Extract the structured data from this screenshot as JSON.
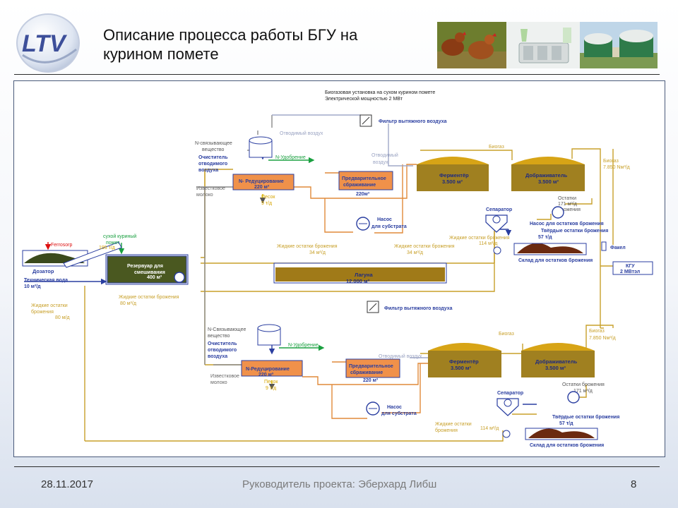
{
  "header": {
    "logo_text": "LTV",
    "title_line1": "Описание процесса работы БГУ на",
    "title_line2": "курином помете"
  },
  "photos": [
    "chickens-photo",
    "lab-equipment-photo",
    "biogas-plant-photo"
  ],
  "diagram": {
    "heading1": "Биогазовая установка на сухом курином помете",
    "heading2": "Электрической мощностью 2 МВт",
    "top": {
      "filter": "Фильтр вытяжного воздуха",
      "exhaust_air_1": "Отводимый воздух",
      "exhaust_air_2a": "Отводимый",
      "exhaust_air_2b": "воздух",
      "n_binding_1": "N-связывающее",
      "n_binding_2": "вещество",
      "cleaner_1": "Очиститель",
      "cleaner_2": "отводимого",
      "cleaner_3": "воздуха",
      "n_fertilizer": "N-Удобрение",
      "n_reduction": "N- Редуцирование",
      "n_reduction_vol": "220 м³",
      "lime_1": "Известковое",
      "lime_2": "молоко",
      "sand": "Песок",
      "sand_rate": "9 т/д",
      "pre_ferment_1": "Предварительное",
      "pre_ferment_2": "сбраживание",
      "pre_ferment_vol": "220м³",
      "pump_substrate_1": "Насос",
      "pump_substrate_2": "для субстрата",
      "biogas_a": "Биогаз",
      "fermenter": "Ферментёр",
      "fermenter_vol": "3.500 м³",
      "post_fermenter": "Дображиватель",
      "post_fermenter_vol": "3.500 м³",
      "biogas_b": "Биогаз",
      "biogas_rate": "7.850 Nм³/д",
      "residues_1": "Остатки",
      "residues_rate": "171 м³/д",
      "residues_2": "брожения",
      "pump_residues": "Насос для остатков брожения",
      "separator": "Сепаратор",
      "solid_residues": "Твёрдые остатки брожения",
      "solid_rate": "57 т/д",
      "liquid_residues": "Жидкие остатки брожения",
      "liquid_rate_114": "114 м³/д",
      "storage": "Склад для остатков брожения",
      "torch": "Факел",
      "kgu_1": "КГУ",
      "kgu_2": "2 МВтэл"
    },
    "middle": {
      "ferrosorp": "Ferrosorp",
      "dry_manure_1": "сухой куриный",
      "dry_manure_2": "помет",
      "manure_rate": "195 т/д",
      "dosator": "Дозатор",
      "tech_water": "Техническая вода",
      "tech_water_rate": "10 м³/д",
      "mixing_tank_1": "Резервуар для",
      "mixing_tank_2": "смешивания",
      "mixing_tank_vol": "400 м³",
      "liquid_left_1": "Жидкие остатки",
      "liquid_left_2": "брожения",
      "liquid_left_rate": "80 м/д",
      "liquid_mix": "Жидкие остатки брожения",
      "liquid_mix_rate": "80 м³/д",
      "liquid_lagoon_a": "Жидкие остатки брожения",
      "liquid_lagoon_a_rate": "34 м³/д",
      "liquid_lagoon_b": "Жидкие остатки брожения",
      "liquid_lagoon_b_rate": "34 м³/д",
      "lagoon": "Лагуна",
      "lagoon_vol": "12.000 м³"
    },
    "bottom": {
      "filter": "Фильтр вытяжного воздуха",
      "n_binding_1": "N-Связывающее",
      "n_binding_2": "вещество",
      "cleaner_1": "Очиститель",
      "cleaner_2": "отводимого",
      "cleaner_3": "воздуха",
      "n_fertilizer": "N-Удобрение",
      "n_reduction": "N-Редуцирование",
      "n_reduction_vol": "220 м³",
      "lime_1": "Известковое",
      "lime_2": "молоко",
      "sand": "Песок",
      "sand_rate": "9 т/д",
      "exhaust_air": "Отводимый воздух",
      "pre_ferment_1": "Предварительное",
      "pre_ferment_2": "сбраживание",
      "pre_ferment_vol": "220 м³",
      "pump_substrate_1": "Насос",
      "pump_substrate_2": "для субстрата",
      "biogas_a": "Биогаз",
      "fermenter": "Ферментёр",
      "fermenter_vol": "3.500 м³",
      "post_fermenter": "Дображиватель",
      "post_fermenter_vol": "3.500 м³",
      "biogas_b": "Биогаз",
      "biogas_rate": "7.850 Nм³/д",
      "residues_1": "Остатки брожения",
      "residues_rate": "171 м³/д",
      "separator": "Сепаратор",
      "solid_residues": "Твёрдые остатки брожения",
      "solid_rate": "57 т/д",
      "liquid_1": "Жидкие остатки",
      "liquid_2": "брожения",
      "liquid_rate": "114 м³/д",
      "storage": "Склад для остатков брожения"
    }
  },
  "footer": {
    "date": "28.11.2017",
    "author": "Руководитель проекта: Эберхард Либш",
    "page": "8"
  }
}
